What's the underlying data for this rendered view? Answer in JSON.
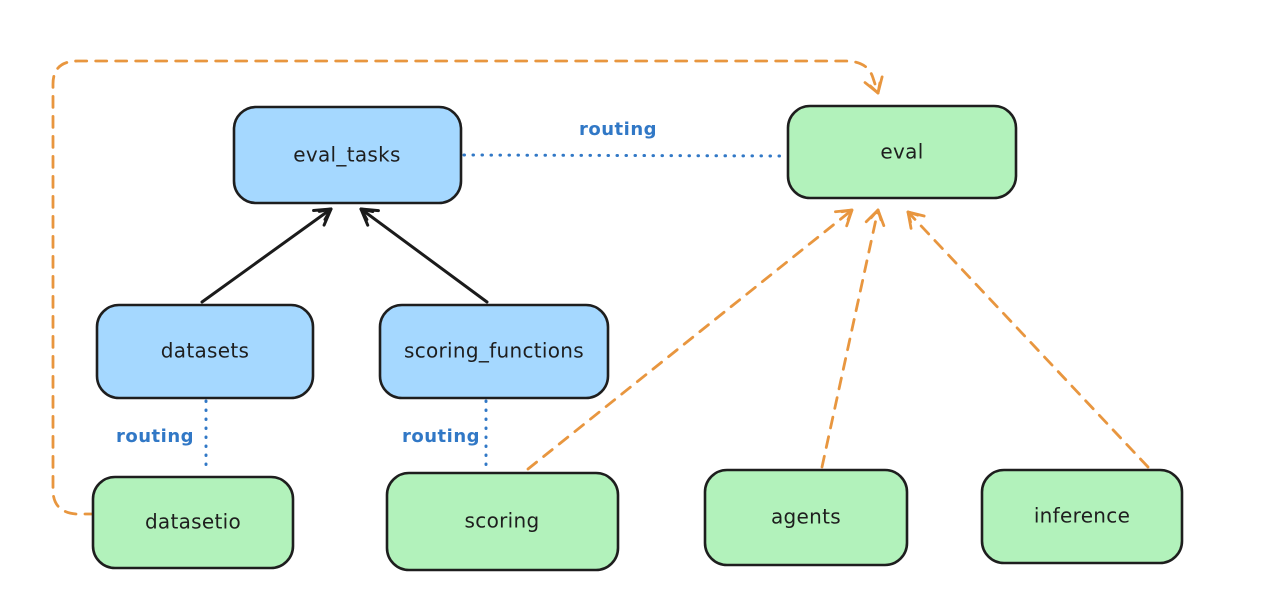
{
  "palette": {
    "background": "#ffffff",
    "node_stroke": "#1e1e1e",
    "blue_node_fill": "#a5d8ff",
    "green_node_fill": "#b2f2bb",
    "routing_blue": "#3178c6",
    "orange_dashed": "#e8963f",
    "black_arrow": "#1b1b1b"
  },
  "nodes": {
    "eval_tasks": {
      "label": "eval_tasks",
      "color": "blue"
    },
    "eval": {
      "label": "eval",
      "color": "green"
    },
    "datasets": {
      "label": "datasets",
      "color": "blue"
    },
    "scoring_functions": {
      "label": "scoring_functions",
      "color": "blue"
    },
    "datasetio": {
      "label": "datasetio",
      "color": "green"
    },
    "scoring": {
      "label": "scoring",
      "color": "green"
    },
    "agents": {
      "label": "agents",
      "color": "green"
    },
    "inference": {
      "label": "inference",
      "color": "green"
    }
  },
  "edges": [
    {
      "from": "eval_tasks",
      "to": "eval",
      "style": "dotted",
      "color": "blue",
      "label": "routing"
    },
    {
      "from": "datasets",
      "to": "datasetio",
      "style": "dotted",
      "color": "blue",
      "label": "routing"
    },
    {
      "from": "scoring_functions",
      "to": "scoring",
      "style": "dotted",
      "color": "blue",
      "label": "routing"
    },
    {
      "from": "datasets",
      "to": "eval_tasks",
      "style": "solid",
      "color": "black",
      "arrow": true
    },
    {
      "from": "scoring_functions",
      "to": "eval_tasks",
      "style": "solid",
      "color": "black",
      "arrow": true
    },
    {
      "from": "datasetio",
      "to": "eval",
      "style": "dashed",
      "color": "orange",
      "arrow": true,
      "route": "around-left-and-top"
    },
    {
      "from": "scoring",
      "to": "eval",
      "style": "dashed",
      "color": "orange",
      "arrow": true
    },
    {
      "from": "agents",
      "to": "eval",
      "style": "dashed",
      "color": "orange",
      "arrow": true
    },
    {
      "from": "inference",
      "to": "eval",
      "style": "dashed",
      "color": "orange",
      "arrow": true
    }
  ]
}
